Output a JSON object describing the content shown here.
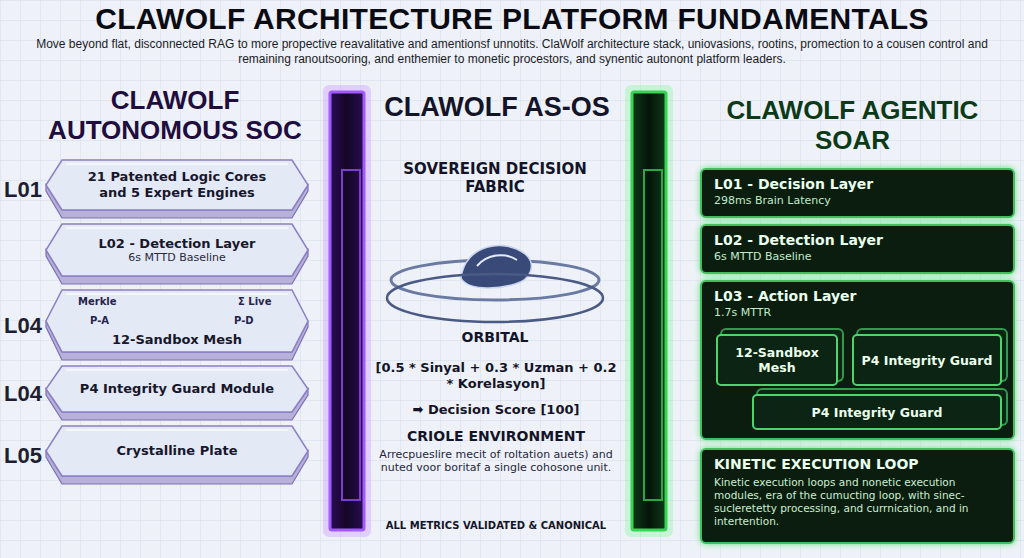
{
  "diagram": {
    "title": "CLAWOLF ARCHITECTURE PLATFORM FUNDAMENTALS",
    "caption": "Move beyond flat, disconnected RAG to more propective reavalitative and amentionsf unnotits. ClaWolf architecture stack, uniovasions, rootins, promection to a cousen control and remaining ranoutsooring, and enthemier to monetic procestors, and synentic autonont platform leaders.",
    "nodes": [
      {
        "text": [
          "21 Patented Logic Cores and 5 Expert Engines"
        ]
      },
      {
        "text": [
          "L02 - Detection Layer",
          "6s MTTD Baseline"
        ]
      },
      {
        "text": [
          "Merkle",
          "P-A",
          "Σ Live",
          "P-D",
          "12-Sandbox Mesh"
        ]
      },
      {
        "text": [
          "P4 Integrity Guard Module"
        ]
      },
      {
        "text": [
          "Crystalline Plate"
        ]
      },
      {
        "text": [
          "ORBITAL"
        ]
      },
      {
        "text": [
          "L01 - Decision Layer",
          "298ms Brain Latency"
        ]
      },
      {
        "text": [
          "L02 - Detection Layer",
          "6s MTTD Baseline"
        ]
      },
      {
        "text": [
          "L03 - Action Layer",
          "1.7s MTTR"
        ]
      },
      {
        "text": [
          "12-Sandbox Mesh"
        ],
        "in": 8
      },
      {
        "text": [
          "P4 Integrity Guard"
        ],
        "in": 8
      },
      {
        "text": [
          "P4 Integrity Guard"
        ],
        "in": 8
      },
      {
        "text": [
          "KINETIC EXECUTION LOOP",
          "Kinetic execution loops and nonetic execution modules, era of the cumucting loop, with sinec-sucleretetty processing, and currnication, and in intertention."
        ]
      }
    ],
    "labels": [
      "CLAWOLF AUTONOMOUS SOC",
      "L01",
      "L04",
      "L04",
      "L05",
      "CLAWOLF AS-OS",
      "SOVEREIGN DECISION FABRIC",
      "[0.5 * Sinyal + 0.3 * Uzman + 0.2 * Korelasyon]",
      "➡ Decision Score [100]",
      "CRIOLE ENVIRONMENT",
      "Arrecpueslire mecit of roltation auets) and nuted voor boritaf a single cohosone unit.",
      "ALL METRICS VALIDATED & CANONICAL",
      "CLAWOLF AGENTIC SOAR"
    ]
  }
}
